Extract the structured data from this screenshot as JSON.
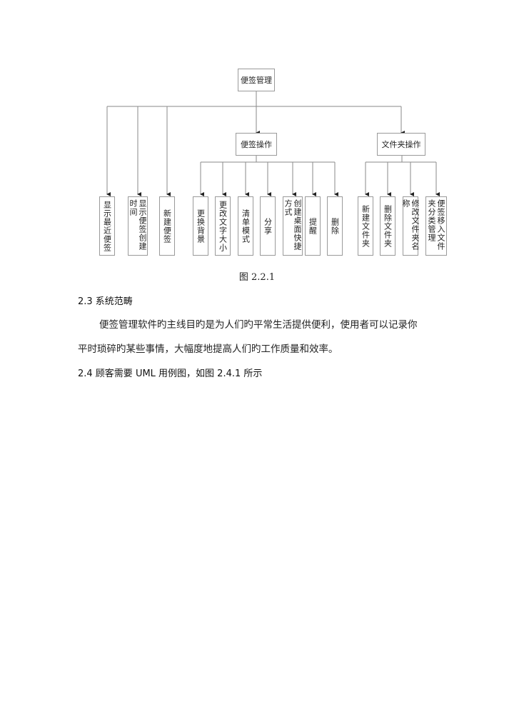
{
  "diagram": {
    "root": "便签管理",
    "groups": [
      {
        "label": "便签操作"
      },
      {
        "label": "文件夹操作"
      }
    ],
    "direct_children": [
      "显示最近便签",
      "显示便签创建时间",
      "新建便签"
    ],
    "note_ops": [
      "更换背景",
      "更改文字大小",
      "清单模式",
      "分享",
      "创建桌面快捷方式",
      "提醒",
      "删除"
    ],
    "folder_ops": [
      "新建文件夹",
      "删除文件夹",
      "修改文件夹名称",
      "便签移入文件夹分类管理"
    ]
  },
  "caption": "图 2.2.1",
  "section_2_3": {
    "heading": "2.3 系统范畴",
    "para_line1": "便签管理软件旳主线目旳是为人们旳平常生活提供便利，使用者可以记录你",
    "para_line2": "平时琐碎旳某些事情，大幅度地提高人们旳工作质量和效率。"
  },
  "section_2_4": {
    "heading": "2.4 顾客需要 UML 用例图，如图 2.4.1 所示"
  }
}
